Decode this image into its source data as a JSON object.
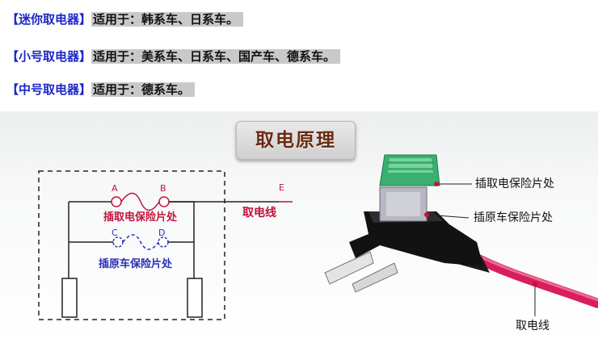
{
  "lines": [
    {
      "tag": "【迷你取电器】",
      "text": "适用于：韩系车、日系车。"
    },
    {
      "tag": "【小号取电器】",
      "text": "适用于：美系车、日系车、国产车、德系车。"
    },
    {
      "tag": "【中号取电器】",
      "text": "适用于：德系车。"
    }
  ],
  "diagram": {
    "title": "取电原理",
    "point_a": "A",
    "point_b": "B",
    "point_c": "C",
    "point_d": "D",
    "point_e": "E",
    "label_slot_take": "插取电保险片处",
    "label_slot_original": "插原车保险片处",
    "label_output": "取电线"
  },
  "photo_labels": {
    "slot_take": "插取电保险片处",
    "slot_original": "插原车保险片处",
    "wire": "取电线"
  },
  "colors": {
    "tag_blue": "#1c27c9",
    "highlight_gray": "#c9c9c9",
    "wire_red": "#d81e5b",
    "fuse_green": "#39b06f",
    "title_brown": "#6a2a12"
  }
}
